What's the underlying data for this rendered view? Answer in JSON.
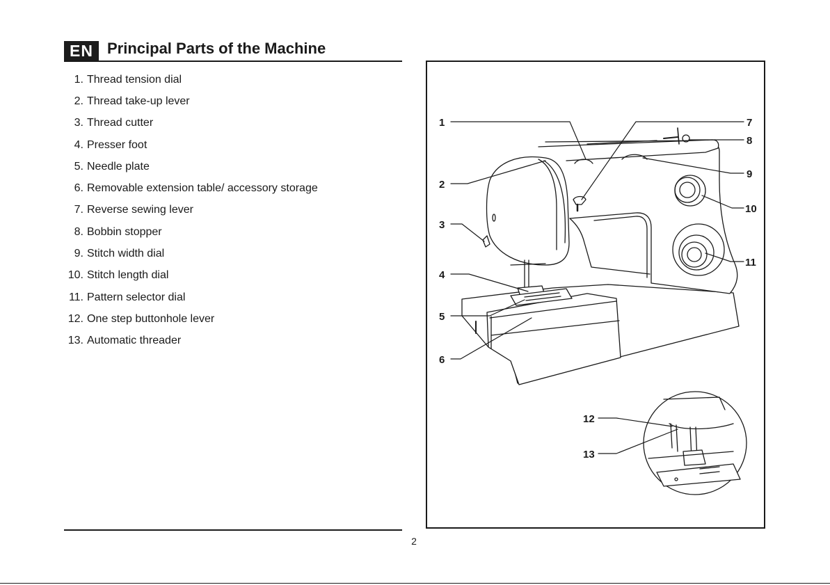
{
  "header": {
    "lang_code": "EN",
    "title": "Principal Parts of the Machine"
  },
  "parts": [
    {
      "num": "1.",
      "label": "Thread tension dial"
    },
    {
      "num": "2.",
      "label": "Thread take-up lever"
    },
    {
      "num": "3.",
      "label": "Thread cutter"
    },
    {
      "num": "4.",
      "label": "Presser foot"
    },
    {
      "num": "5.",
      "label": "Needle plate"
    },
    {
      "num": "6.",
      "label": "Removable extension table/ accessory storage"
    },
    {
      "num": "7.",
      "label": "Reverse sewing lever"
    },
    {
      "num": "8.",
      "label": "Bobbin stopper"
    },
    {
      "num": "9.",
      "label": "Stitch width dial"
    },
    {
      "num": "10.",
      "label": "Stitch length dial"
    },
    {
      "num": "11.",
      "label": "Pattern selector dial"
    },
    {
      "num": "12.",
      "label": "One step buttonhole lever"
    },
    {
      "num": "13.",
      "label": "Automatic threader"
    }
  ],
  "figure": {
    "callouts": {
      "c1": "1",
      "c2": "2",
      "c3": "3",
      "c4": "4",
      "c5": "5",
      "c6": "6",
      "c7": "7",
      "c8": "8",
      "c9": "9",
      "c10": "10",
      "c11": "11",
      "c12": "12",
      "c13": "13"
    }
  },
  "footer": {
    "page_number": "2"
  }
}
